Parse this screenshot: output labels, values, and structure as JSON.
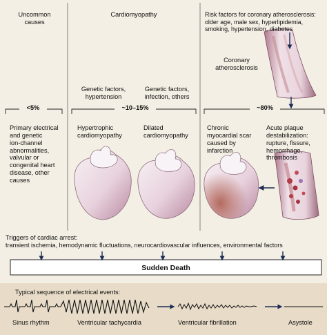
{
  "columns": {
    "uncommon": {
      "header": "Uncommon\ncauses",
      "pct": "<5%",
      "text": "Primary electrical\nand genetic\nion-channel\nabnormalities,\nvalvular or\ncongenital heart\ndisease, other\ncauses"
    },
    "cardiomyopathy": {
      "header": "Cardiomyopathy",
      "factor_left": "Genetic factors,\nhypertension",
      "factor_right": "Genetic factors,\ninfection, others",
      "pct": "~10–15%",
      "hypertrophic": "Hypertrophic\ncardiomyopathy",
      "dilated": "Dilated\ncardiomyopathy"
    },
    "coronary": {
      "risk": "Risk factors for coronary atherosclerosis:\nolder age, male sex, hyperlipidemia,\nsmoking, hypertension, diabetes",
      "atherosclerosis": "Coronary\natherosclerosis",
      "pct": "~80%",
      "scar": "Chronic\nmyocardial scar\ncaused by\ninfarction",
      "plaque": "Acute plaque\ndestabilization:\nrupture, fissure,\nhemorrhage,\nthrombosis"
    }
  },
  "triggers": {
    "title": "Triggers of cardiac arrest:",
    "list": "transient ischemia, hemodynamic fluctuations, neurocardiovascular influences, environmental factors"
  },
  "sudden_death": "Sudden Death",
  "ecg": {
    "title": "Typical sequence of electrical events:",
    "labels": [
      "Sinus rhythm",
      "Ventricular tachycardia",
      "Ventricular fibrillation",
      "Asystole"
    ]
  }
}
